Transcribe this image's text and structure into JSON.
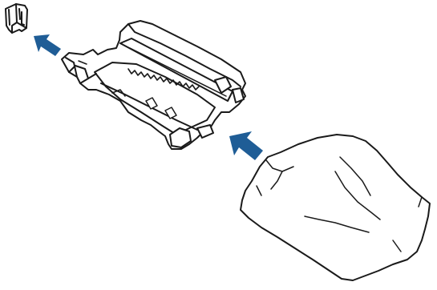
{
  "figure": {
    "components": [
      {
        "id": "protective-part",
        "icon": "protective-cap-icon"
      },
      {
        "id": "drum-unit",
        "icon": "drum-unit-icon"
      },
      {
        "id": "packaging-bag",
        "icon": "plastic-bag-icon"
      }
    ],
    "arrows": [
      {
        "id": "remove-cap",
        "icon": "arrow-icon",
        "direction": "up-left"
      },
      {
        "id": "remove-from-bag",
        "icon": "arrow-icon",
        "direction": "up-left"
      }
    ],
    "colors": {
      "line": "#1a1a1a",
      "arrow": "#1f5d96",
      "background": "#ffffff"
    }
  }
}
